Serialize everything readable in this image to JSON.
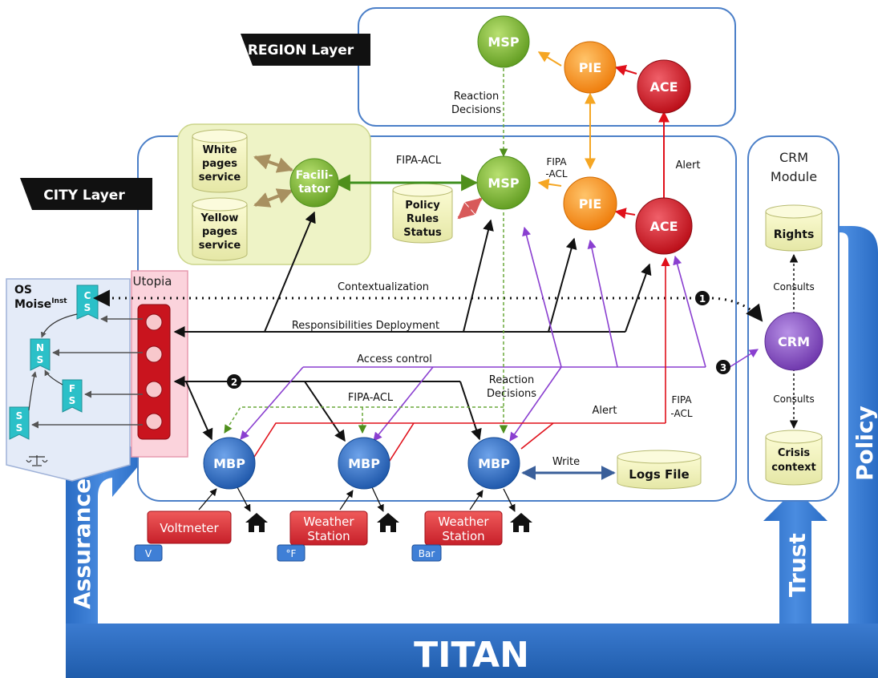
{
  "layers": {
    "region": "REGION Layer",
    "city": "CITY Layer"
  },
  "nodes": {
    "msp": "MSP",
    "pie": "PIE",
    "ace": "ACE",
    "mbp": "MBP",
    "crm": "CRM",
    "facilitator_line1": "Facili-",
    "facilitator_line2": "tator"
  },
  "services": {
    "white_pages": [
      "White",
      "pages",
      "service"
    ],
    "yellow_pages": [
      "Yellow",
      "pages",
      "service"
    ],
    "policy": [
      "Policy",
      "Rules",
      "Status"
    ],
    "logs_file": "Logs File",
    "rights": "Rights",
    "crisis_context": [
      "Crisis",
      "context"
    ]
  },
  "crm_module": [
    "CRM",
    "Module"
  ],
  "labels": {
    "reaction_decisions": [
      "Reaction",
      "Decisions"
    ],
    "fipa_acl": "FIPA-ACL",
    "fipa_acl_split": [
      "FIPA",
      "-ACL"
    ],
    "alert": "Alert",
    "contextualization": "Contextualization",
    "responsibilities_deployment": "Responsibilities Deployment",
    "access_control": "Access control",
    "write": "Write",
    "consults": "Consults"
  },
  "os": {
    "title_line1": "OS",
    "title_line2": "Moise",
    "title_sup": "Inst",
    "cs": [
      "C",
      "S"
    ],
    "ns": [
      "N",
      "S"
    ],
    "fs": [
      "F",
      "S"
    ],
    "ss": [
      "S",
      "S"
    ]
  },
  "utopia": "Utopia",
  "markers": [
    "1",
    "2",
    "3"
  ],
  "sensors": {
    "voltmeter": "Voltmeter",
    "weather_station": [
      "Weather",
      "Station"
    ],
    "unit_v": "V",
    "unit_f": "°F",
    "unit_bar": "Bar"
  },
  "pillars": {
    "assurance": "Assurance",
    "trust": "Trust",
    "policy": "Policy"
  },
  "base": "TITAN",
  "colors": {
    "msp_green": "#7cb832",
    "pie_orange": "#f7931e",
    "ace_red": "#d6101c",
    "mbp_blue": "#2e6fc4",
    "crm_purple": "#8b4ec6",
    "arrow_purple": "#8a3fd0",
    "arrow_orange": "#f5a623",
    "arrow_red": "#e0101a",
    "titan_blue": "#2a66b8"
  }
}
